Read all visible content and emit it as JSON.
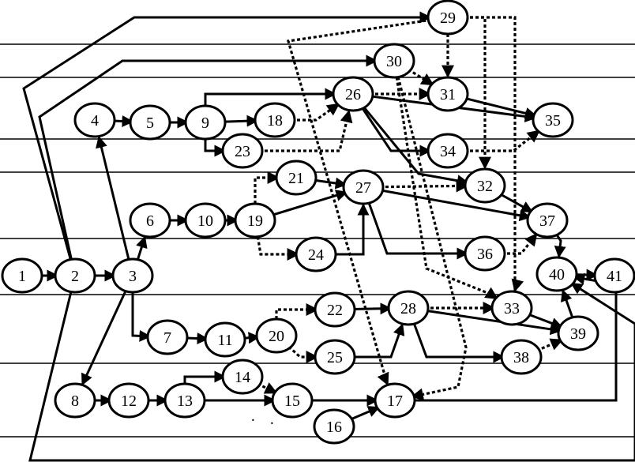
{
  "diagram": {
    "type": "network-graph",
    "nodes": [
      {
        "id": "1",
        "label": "1"
      },
      {
        "id": "2",
        "label": "2"
      },
      {
        "id": "3",
        "label": "3"
      },
      {
        "id": "4",
        "label": "4"
      },
      {
        "id": "5",
        "label": "5"
      },
      {
        "id": "6",
        "label": "6"
      },
      {
        "id": "7",
        "label": "7"
      },
      {
        "id": "8",
        "label": "8"
      },
      {
        "id": "9",
        "label": "9"
      },
      {
        "id": "10",
        "label": "10"
      },
      {
        "id": "11",
        "label": "11"
      },
      {
        "id": "12",
        "label": "12"
      },
      {
        "id": "13",
        "label": "13"
      },
      {
        "id": "14",
        "label": "14"
      },
      {
        "id": "15",
        "label": "15"
      },
      {
        "id": "16",
        "label": "16"
      },
      {
        "id": "17",
        "label": "17"
      },
      {
        "id": "18",
        "label": "18"
      },
      {
        "id": "19",
        "label": "19"
      },
      {
        "id": "20",
        "label": "20"
      },
      {
        "id": "21",
        "label": "21"
      },
      {
        "id": "22",
        "label": "22"
      },
      {
        "id": "23",
        "label": "23"
      },
      {
        "id": "24",
        "label": "24"
      },
      {
        "id": "25",
        "label": "25"
      },
      {
        "id": "26",
        "label": "26"
      },
      {
        "id": "27",
        "label": "27"
      },
      {
        "id": "28",
        "label": "28"
      },
      {
        "id": "29",
        "label": "29"
      },
      {
        "id": "30",
        "label": "30"
      },
      {
        "id": "31",
        "label": "31"
      },
      {
        "id": "32",
        "label": "32"
      },
      {
        "id": "33",
        "label": "33"
      },
      {
        "id": "34",
        "label": "34"
      },
      {
        "id": "35",
        "label": "35"
      },
      {
        "id": "36",
        "label": "36"
      },
      {
        "id": "37",
        "label": "37"
      },
      {
        "id": "38",
        "label": "38"
      },
      {
        "id": "39",
        "label": "39"
      },
      {
        "id": "40",
        "label": "40"
      },
      {
        "id": "41",
        "label": "41"
      }
    ],
    "edges": [
      {
        "from": "1",
        "to": "2",
        "style": "solid"
      },
      {
        "from": "2",
        "to": "3",
        "style": "solid"
      },
      {
        "from": "2",
        "to": "29",
        "style": "solid"
      },
      {
        "from": "2",
        "to": "30",
        "style": "solid"
      },
      {
        "from": "2",
        "to": "40",
        "style": "solid"
      },
      {
        "from": "3",
        "to": "4",
        "style": "solid"
      },
      {
        "from": "3",
        "to": "6",
        "style": "solid"
      },
      {
        "from": "3",
        "to": "7",
        "style": "solid"
      },
      {
        "from": "3",
        "to": "8",
        "style": "solid"
      },
      {
        "from": "4",
        "to": "5",
        "style": "solid"
      },
      {
        "from": "5",
        "to": "9",
        "style": "solid"
      },
      {
        "from": "9",
        "to": "18",
        "style": "solid"
      },
      {
        "from": "9",
        "to": "23",
        "style": "solid"
      },
      {
        "from": "9",
        "to": "26",
        "style": "solid"
      },
      {
        "from": "18",
        "to": "26",
        "style": "dashed"
      },
      {
        "from": "23",
        "to": "26",
        "style": "dashed"
      },
      {
        "from": "6",
        "to": "10",
        "style": "solid"
      },
      {
        "from": "10",
        "to": "19",
        "style": "solid"
      },
      {
        "from": "19",
        "to": "21",
        "style": "dashed"
      },
      {
        "from": "19",
        "to": "27",
        "style": "solid"
      },
      {
        "from": "19",
        "to": "24",
        "style": "dashed"
      },
      {
        "from": "21",
        "to": "27",
        "style": "solid"
      },
      {
        "from": "24",
        "to": "27",
        "style": "solid"
      },
      {
        "from": "7",
        "to": "11",
        "style": "solid"
      },
      {
        "from": "11",
        "to": "20",
        "style": "solid"
      },
      {
        "from": "20",
        "to": "22",
        "style": "dashed"
      },
      {
        "from": "20",
        "to": "25",
        "style": "dashed"
      },
      {
        "from": "22",
        "to": "28",
        "style": "solid"
      },
      {
        "from": "25",
        "to": "28",
        "style": "solid"
      },
      {
        "from": "8",
        "to": "12",
        "style": "solid"
      },
      {
        "from": "12",
        "to": "13",
        "style": "solid"
      },
      {
        "from": "13",
        "to": "14",
        "style": "solid"
      },
      {
        "from": "13",
        "to": "15",
        "style": "solid"
      },
      {
        "from": "14",
        "to": "15",
        "style": "dashed"
      },
      {
        "from": "15",
        "to": "17",
        "style": "solid"
      },
      {
        "from": "16",
        "to": "17",
        "style": "solid"
      },
      {
        "from": "17",
        "to": "40",
        "style": "solid"
      },
      {
        "from": "29",
        "to": "31",
        "style": "dashed"
      },
      {
        "from": "29",
        "to": "32",
        "style": "dashed"
      },
      {
        "from": "29",
        "to": "33",
        "style": "dashed"
      },
      {
        "from": "29",
        "to": "17",
        "style": "dashed"
      },
      {
        "from": "30",
        "to": "31",
        "style": "dashed"
      },
      {
        "from": "30",
        "to": "17",
        "style": "dashed"
      },
      {
        "from": "30",
        "to": "33",
        "style": "dashed"
      },
      {
        "from": "26",
        "to": "31",
        "style": "dashed"
      },
      {
        "from": "26",
        "to": "35",
        "style": "solid"
      },
      {
        "from": "26",
        "to": "34",
        "style": "solid"
      },
      {
        "from": "26",
        "to": "32",
        "style": "solid"
      },
      {
        "from": "31",
        "to": "35",
        "style": "solid"
      },
      {
        "from": "34",
        "to": "35",
        "style": "dashed"
      },
      {
        "from": "27",
        "to": "32",
        "style": "dashed"
      },
      {
        "from": "27",
        "to": "37",
        "style": "solid"
      },
      {
        "from": "27",
        "to": "36",
        "style": "solid"
      },
      {
        "from": "32",
        "to": "37",
        "style": "solid"
      },
      {
        "from": "36",
        "to": "37",
        "style": "dashed"
      },
      {
        "from": "37",
        "to": "40",
        "style": "solid"
      },
      {
        "from": "28",
        "to": "33",
        "style": "dashed"
      },
      {
        "from": "28",
        "to": "39",
        "style": "solid"
      },
      {
        "from": "28",
        "to": "38",
        "style": "solid"
      },
      {
        "from": "33",
        "to": "39",
        "style": "solid"
      },
      {
        "from": "38",
        "to": "39",
        "style": "dashed"
      },
      {
        "from": "39",
        "to": "40",
        "style": "solid"
      },
      {
        "from": "40",
        "to": "41",
        "style": "solid"
      }
    ],
    "stray_marks": [
      "•",
      "•"
    ]
  }
}
